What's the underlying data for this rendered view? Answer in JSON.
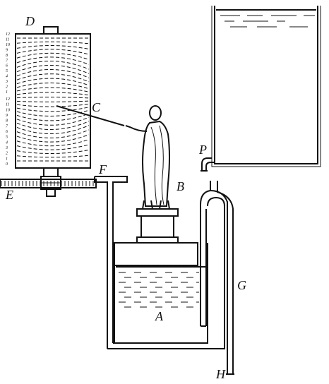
{
  "labels": {
    "A": "A",
    "B": "B",
    "C": "C",
    "D": "D",
    "E": "E",
    "F": "F",
    "G": "G",
    "H": "H",
    "P": "P"
  },
  "drum_scale": {
    "upper": [
      "12",
      "11",
      "10",
      "9",
      "8",
      "7",
      "6",
      "5",
      "4",
      "3",
      "2",
      "1"
    ],
    "lower": [
      "12",
      "11",
      "10",
      "9",
      "8",
      "7",
      "6",
      "5",
      "4",
      "3",
      "2",
      "1",
      "0"
    ]
  },
  "colors": {
    "ink": "#111111",
    "paper": "#ffffff"
  }
}
